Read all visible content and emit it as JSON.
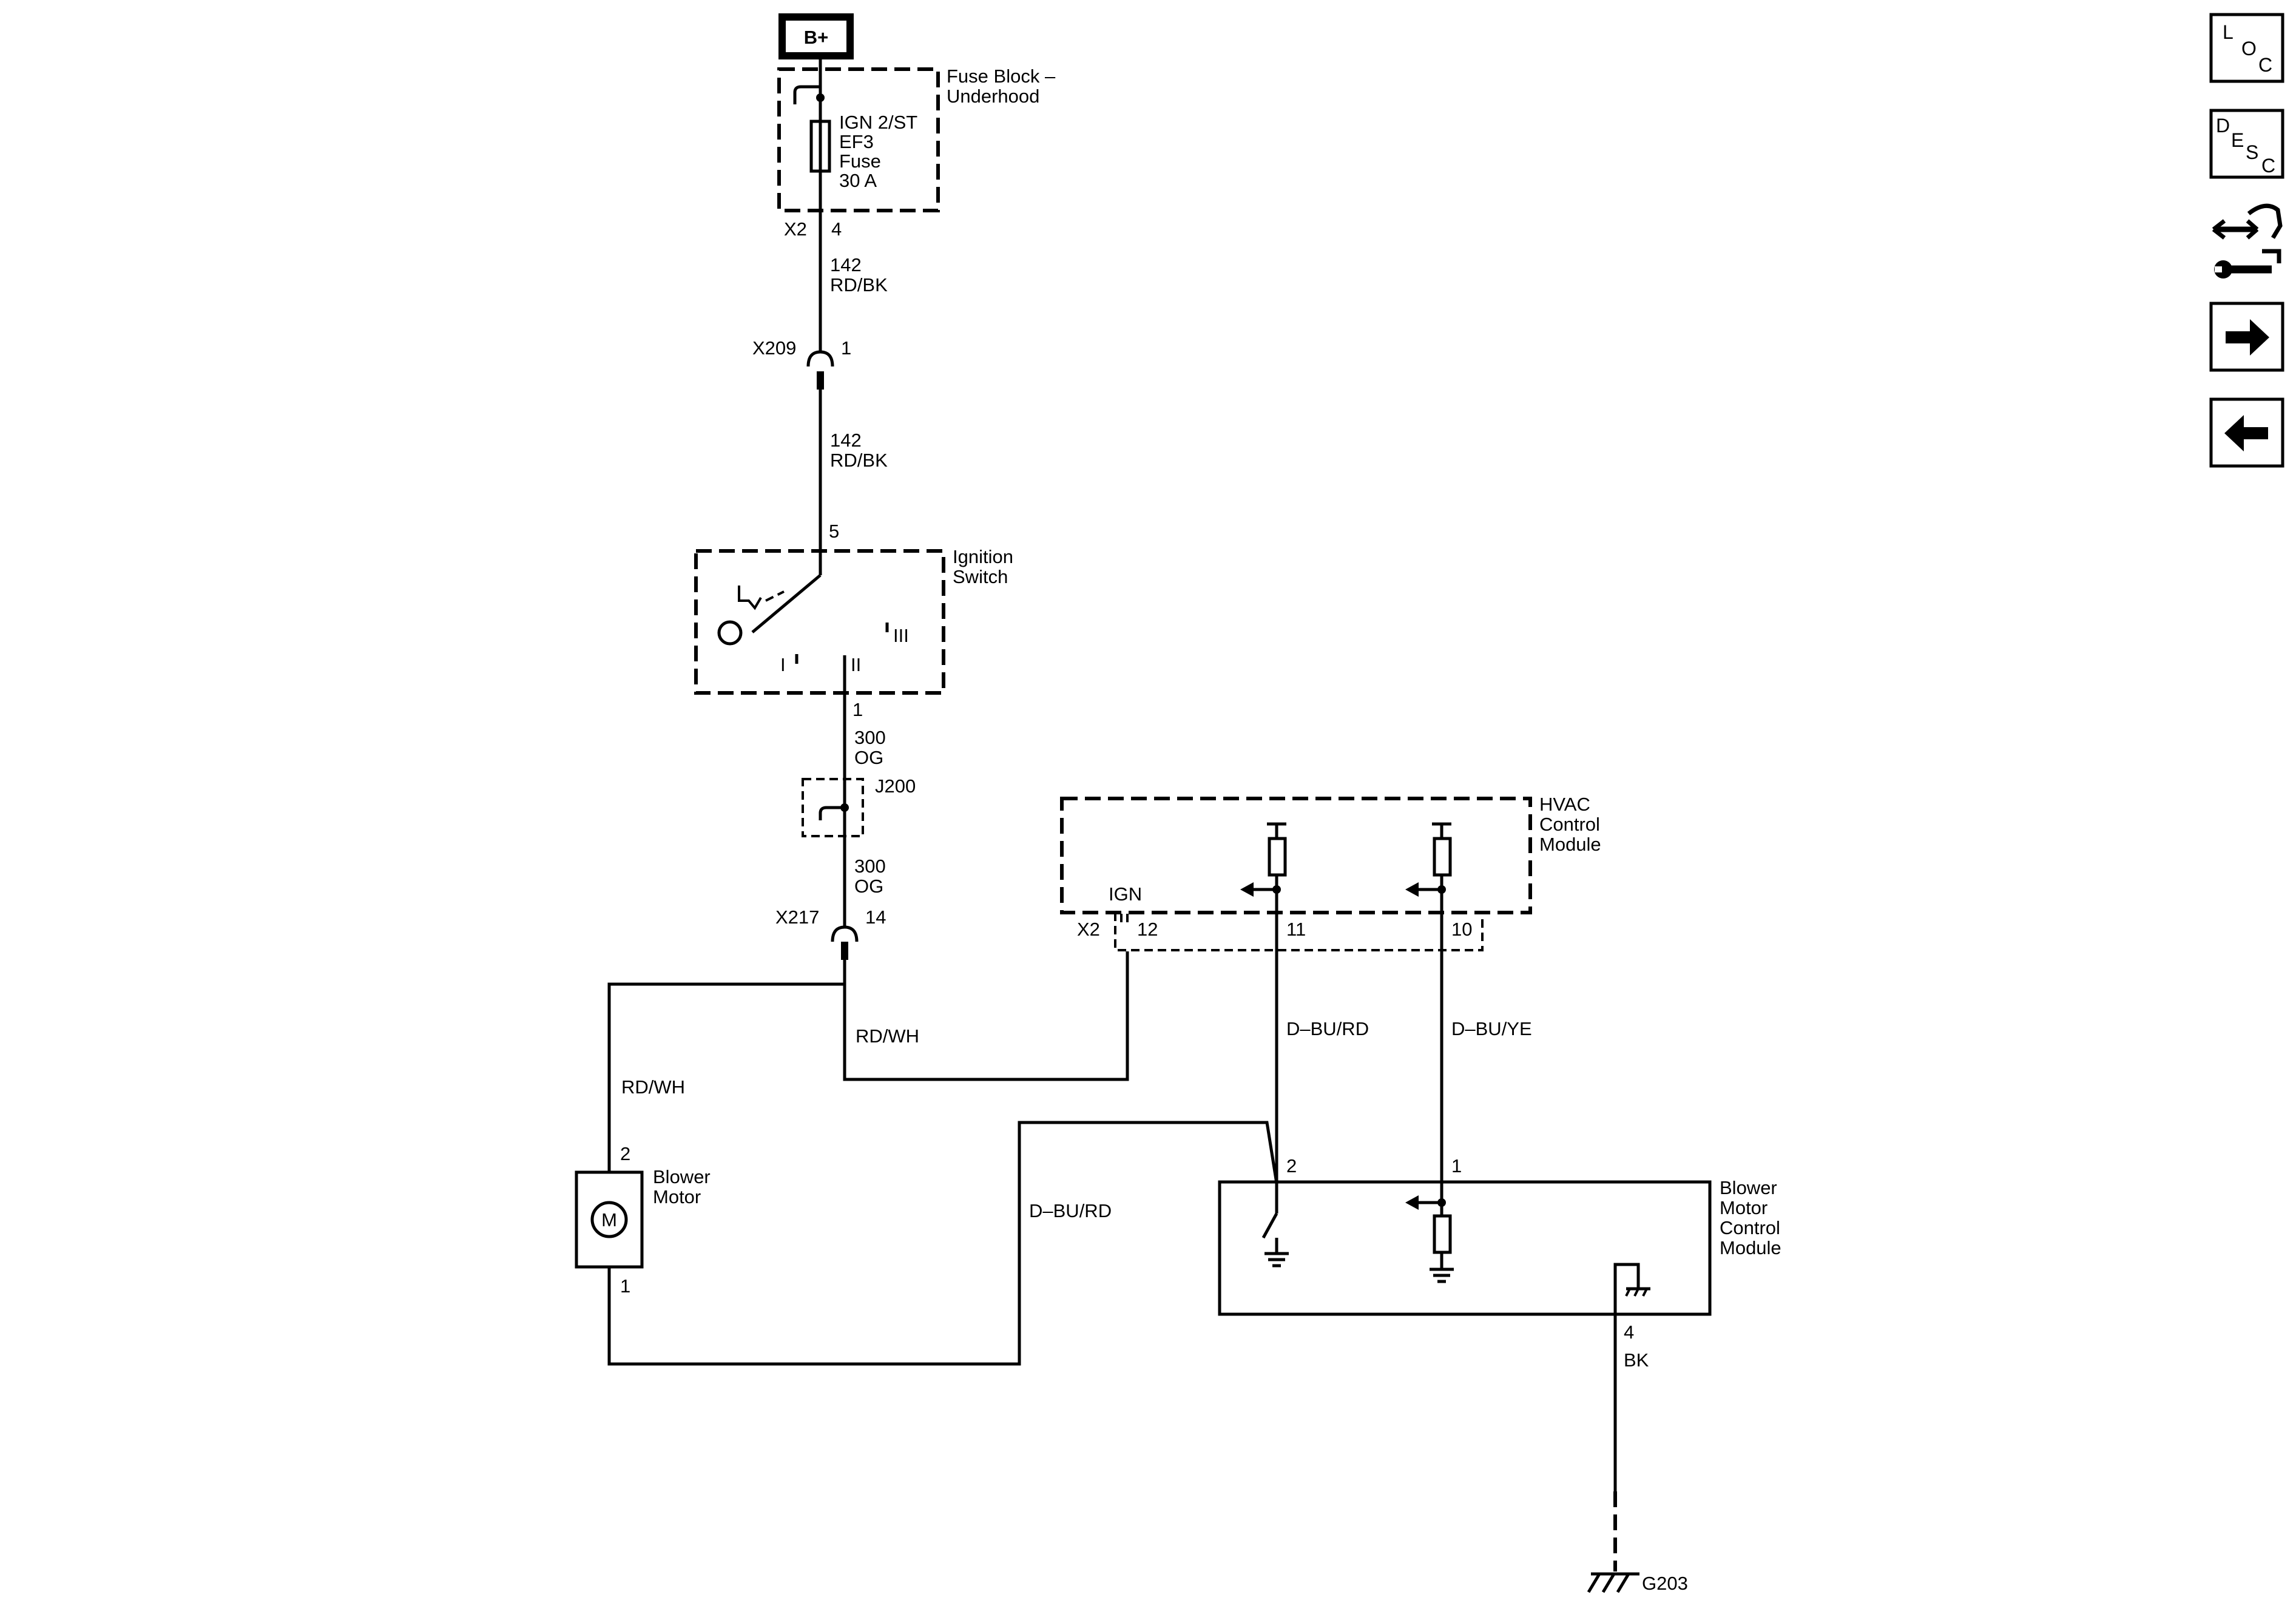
{
  "power": {
    "battery": "B+"
  },
  "fuse_block": {
    "name_line1": "Fuse Block –",
    "name_line2": "Underhood",
    "fuse_line1": "IGN 2/ST",
    "fuse_line2": "EF3",
    "fuse_line3": "Fuse",
    "fuse_line4": "30 A",
    "connector": "X2",
    "pin": "4"
  },
  "wires": {
    "w1_circuit": "142",
    "w1_color": "RD/BK",
    "w2_circuit": "142",
    "w2_color": "RD/BK",
    "w3_circuit": "300",
    "w3_color": "OG",
    "w4_circuit": "300",
    "w4_color": "OG",
    "ign_feed_color": "RD/WH",
    "blower_feed_color": "RD/WH",
    "hvac_to_bmcm_2": "D–BU/RD",
    "hvac_to_bmcm_1": "D–BU/YE",
    "motor_to_bmcm": "D–BU/RD",
    "ground_color": "BK"
  },
  "connectors": {
    "x209": "X209",
    "x209_pin": "1",
    "x217": "X217",
    "x217_pin": "14",
    "splice": "J200"
  },
  "ignition_switch": {
    "name_line1": "Ignition",
    "name_line2": "Switch",
    "pin_in": "5",
    "pin_out": "1",
    "pos_1": "I",
    "pos_2": "II",
    "pos_3": "III"
  },
  "hvac_module": {
    "name_line1": "HVAC",
    "name_line2": "Control",
    "name_line3": "Module",
    "ign_label": "IGN",
    "connector": "X2",
    "pin_ign": "12",
    "pin_a": "11",
    "pin_b": "10"
  },
  "blower_motor": {
    "name_line1": "Blower",
    "name_line2": "Motor",
    "symbol": "M",
    "pin_top": "2",
    "pin_bottom": "1"
  },
  "bmcm": {
    "name_line1": "Blower",
    "name_line2": "Motor",
    "name_line3": "Control",
    "name_line4": "Module",
    "pin_2": "2",
    "pin_1": "1",
    "pin_4": "4"
  },
  "ground": {
    "label": "G203"
  },
  "sidebar": {
    "loc": [
      "L",
      "O",
      "C"
    ],
    "desc": [
      "D",
      "E",
      "S",
      "C"
    ],
    "icons": [
      "connector-wrench-icon",
      "arrow-right-icon",
      "arrow-left-icon"
    ]
  }
}
